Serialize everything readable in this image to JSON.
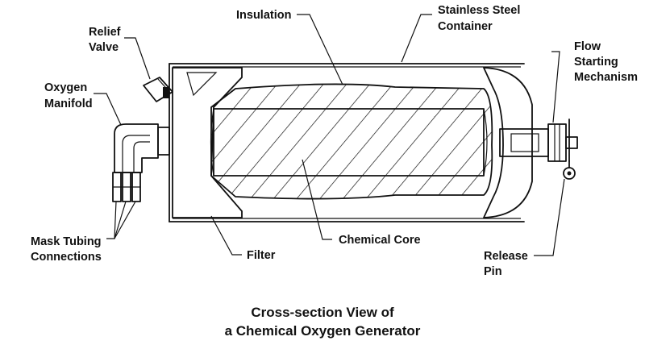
{
  "labels": {
    "insulation": "Insulation",
    "stainless_1": "Stainless Steel",
    "stainless_2": "Container",
    "relief_1": "Relief",
    "relief_2": "Valve",
    "oxygen_1": "Oxygen",
    "oxygen_2": "Manifold",
    "flow_1": "Flow",
    "flow_2": "Starting",
    "flow_3": "Mechanism",
    "mask_1": "Mask Tubing",
    "mask_2": "Connections",
    "filter": "Filter",
    "core": "Chemical Core",
    "release_1": "Release",
    "release_2": "Pin"
  },
  "caption": {
    "line1": "Cross-section View of",
    "line2": "a Chemical Oxygen Generator"
  }
}
